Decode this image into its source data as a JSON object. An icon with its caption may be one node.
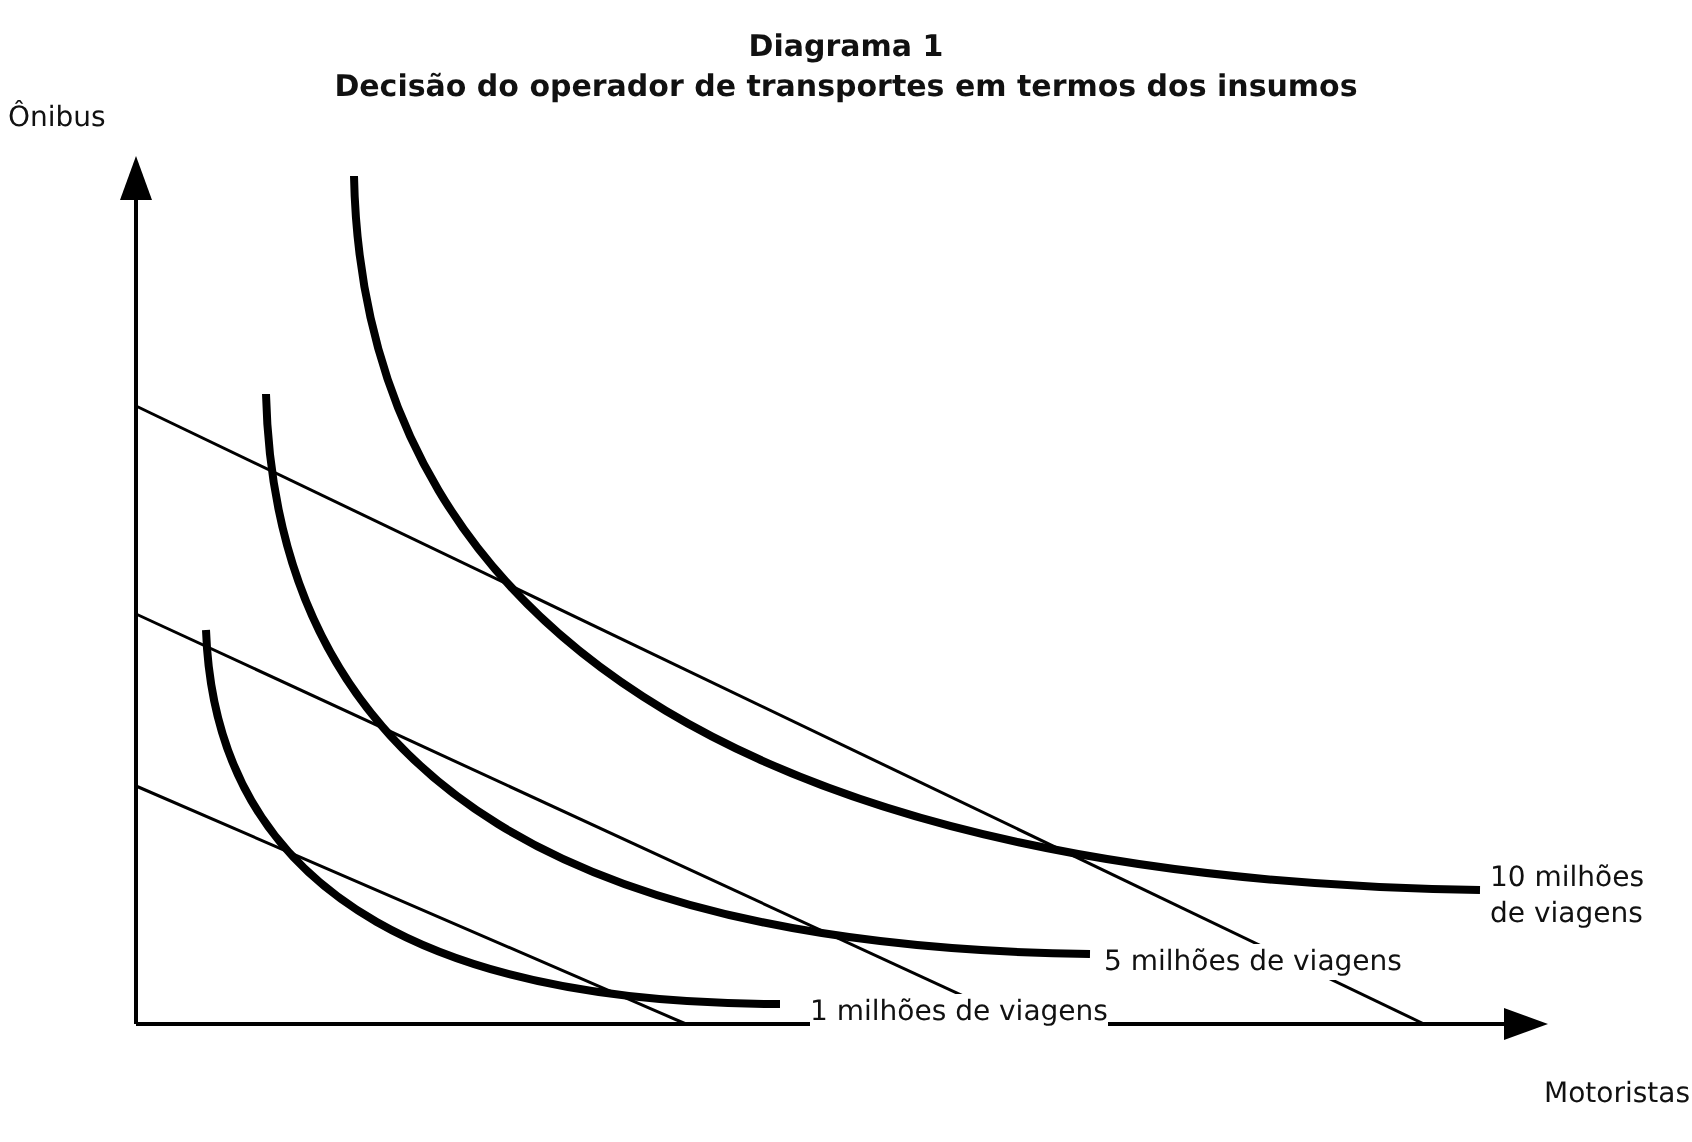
{
  "diagram": {
    "title": "Diagrama 1",
    "labels": [
      "Decisão do operador de transportes em termos dos insumos",
      "Ônibus",
      "10 milhões de viagens",
      "5 milhões de viagens",
      "1 milhões de viagens",
      "Motoristas"
    ]
  }
}
